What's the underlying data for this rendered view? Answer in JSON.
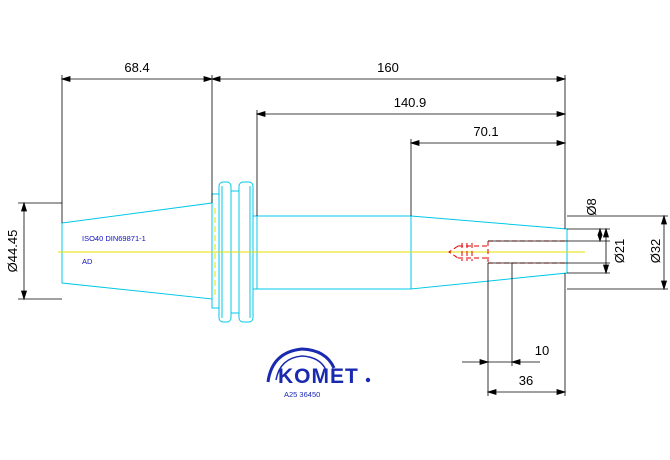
{
  "drawing": {
    "dimensions": {
      "length_taper": "68.4",
      "length_total": "160",
      "length_shank": "140.9",
      "length_nose": "70.1",
      "depth_small": "10",
      "depth_bore": "36",
      "dia_flange": "Ø44.45",
      "dia_small": "Ø8",
      "dia_bore": "Ø21",
      "dia_shank": "Ø32"
    },
    "notes": {
      "standard": "ISO40 DIN69871-1",
      "variant": "AD"
    },
    "logo": {
      "brand": "KOMET",
      "article_code": "A25 36450"
    },
    "colors": {
      "outline": "#00c8e8",
      "centerline": "#e8e000",
      "dimension": "#000000",
      "hidden_bore": "#e00000",
      "note": "#1010c0",
      "logo": "#1a2ab0"
    }
  }
}
